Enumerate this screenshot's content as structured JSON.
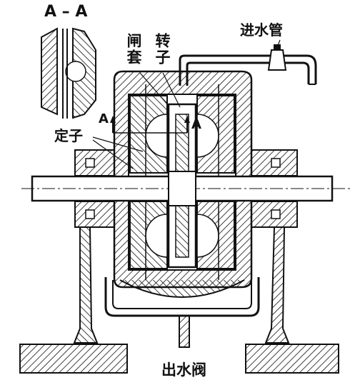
{
  "labels": {
    "section": "A – A",
    "inlet_pipe": "进水管",
    "gate_sleeve": "闸套",
    "rotor": "转子",
    "stator": "定子",
    "section_mark_left": "A",
    "section_mark_right": "A",
    "outlet_valve": "出水阀"
  },
  "colors": {
    "ink": "#111111",
    "paper": "#ffffff"
  }
}
